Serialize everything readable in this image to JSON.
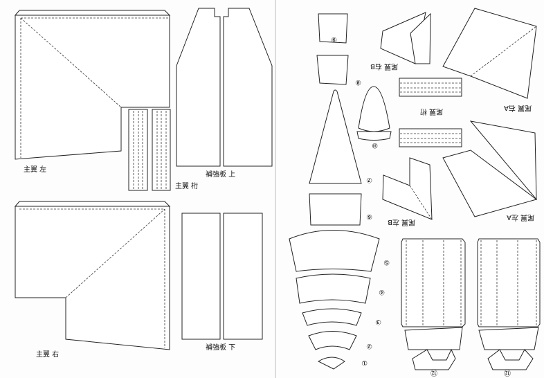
{
  "left_page": {
    "main_wing_left": "主翼 左",
    "main_wing_spar": "主翼 桁",
    "reinforcement_top": "補強板 上",
    "main_wing_right": "主翼 右",
    "reinforcement_bottom": "補強板 下"
  },
  "right_page": {
    "tail_right_b": "尾翼 右B",
    "tail_spar": "尾翼 桁",
    "tail_right_a": "尾翼 右A",
    "tail_left_b": "尾翼 左B",
    "tail_left_a": "尾翼 左A",
    "part_numbers": [
      "⑨",
      "⑧",
      "⑩",
      "⑦",
      "⑥",
      "⑤",
      "④",
      "③",
      "②",
      "①",
      "⑫",
      "⑫"
    ]
  }
}
